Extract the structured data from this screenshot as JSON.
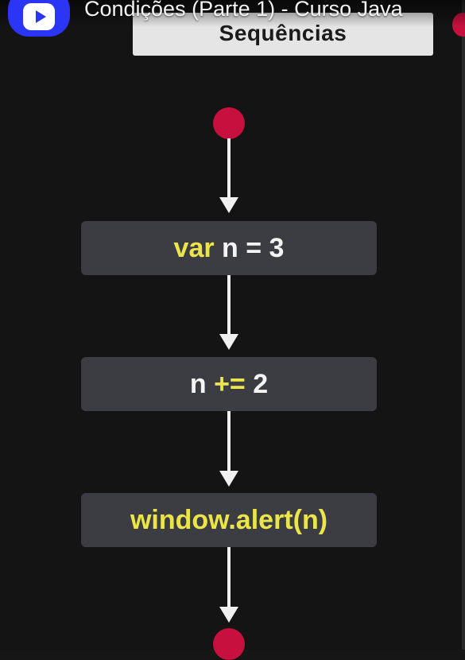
{
  "player": {
    "video_title": "Condições (Parte 1) - Curso Java",
    "logo_icon": "player-logo-icon"
  },
  "slide": {
    "title": "Sequências",
    "steps": [
      {
        "parts": [
          {
            "text": "var",
            "style": "kw"
          },
          {
            "text": " n = 3",
            "style": "wh"
          }
        ]
      },
      {
        "parts": [
          {
            "text": "n ",
            "style": "wh"
          },
          {
            "text": "+=",
            "style": "op"
          },
          {
            "text": " 2",
            "style": "wh"
          }
        ]
      },
      {
        "parts": [
          {
            "text": "window.alert(n)",
            "style": "kw"
          }
        ]
      }
    ],
    "colors": {
      "node": "#c8103e",
      "box": "#3c3c43",
      "keyword": "#ece54a",
      "text": "#f4f4f4",
      "background": "#161616"
    }
  }
}
